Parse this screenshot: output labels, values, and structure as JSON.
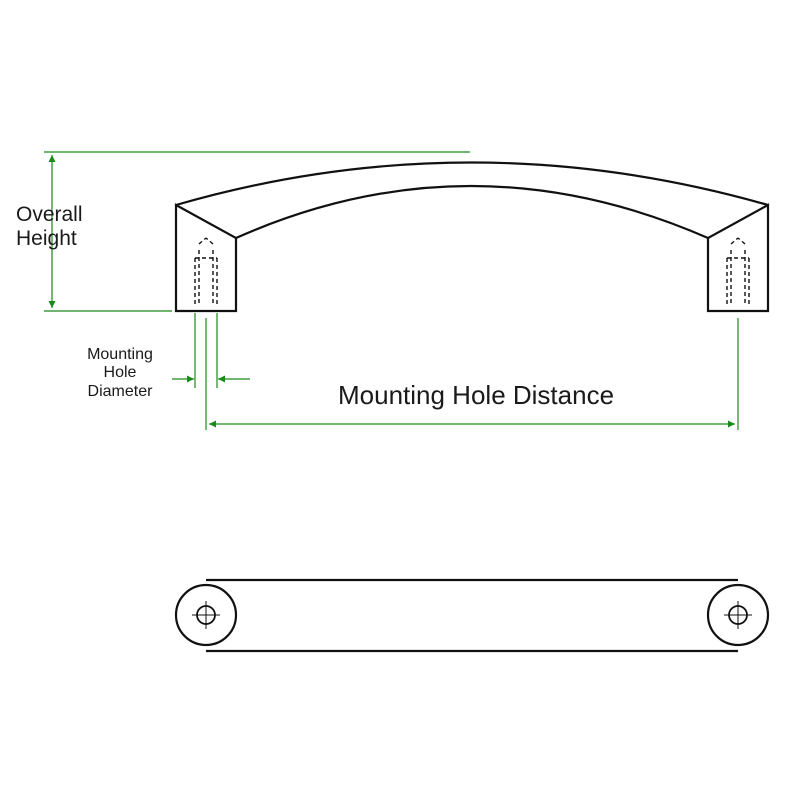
{
  "labels": {
    "overall_height_line1": "Overall",
    "overall_height_line2": "Height",
    "mounting_hole_distance": "Mounting Hole Distance",
    "mounting_hole_diameter_line1": "Mounting",
    "mounting_hole_diameter_line2": "Hole",
    "mounting_hole_diameter_line3": "Diameter"
  },
  "colors": {
    "outline": "#111111",
    "dimension": "#1a8a1a",
    "background": "#ffffff"
  }
}
